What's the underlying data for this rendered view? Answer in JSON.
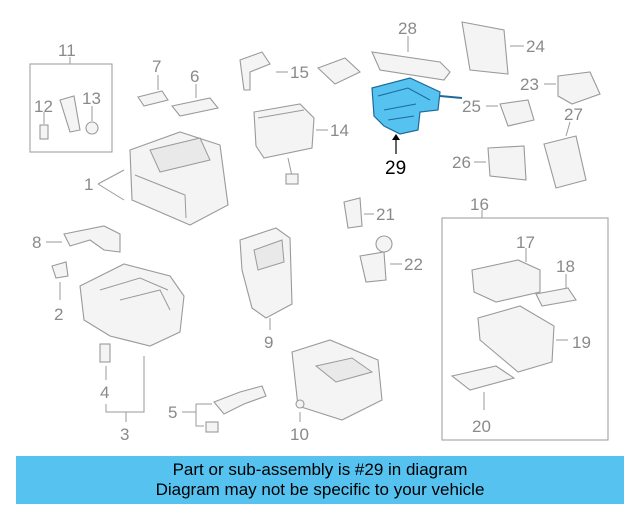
{
  "labels": {
    "l1": "1",
    "l2": "2",
    "l3": "3",
    "l4": "4",
    "l5": "5",
    "l6": "6",
    "l7": "7",
    "l8": "8",
    "l9": "9",
    "l10": "10",
    "l11": "11",
    "l12": "12",
    "l13": "13",
    "l14": "14",
    "l15": "15",
    "l16": "16",
    "l17": "17",
    "l18": "18",
    "l19": "19",
    "l20": "20",
    "l21": "21",
    "l22": "22",
    "l23": "23",
    "l24": "24",
    "l25": "25",
    "l26": "26",
    "l27": "27",
    "l28": "28",
    "l29": "29"
  },
  "highlight": {
    "part": "29",
    "color": "#55c2f0"
  },
  "banner": {
    "line1": "Part or sub-assembly is #29 in diagram",
    "line2": "Diagram may not be specific to your vehicle",
    "color": "#55c2f0"
  }
}
